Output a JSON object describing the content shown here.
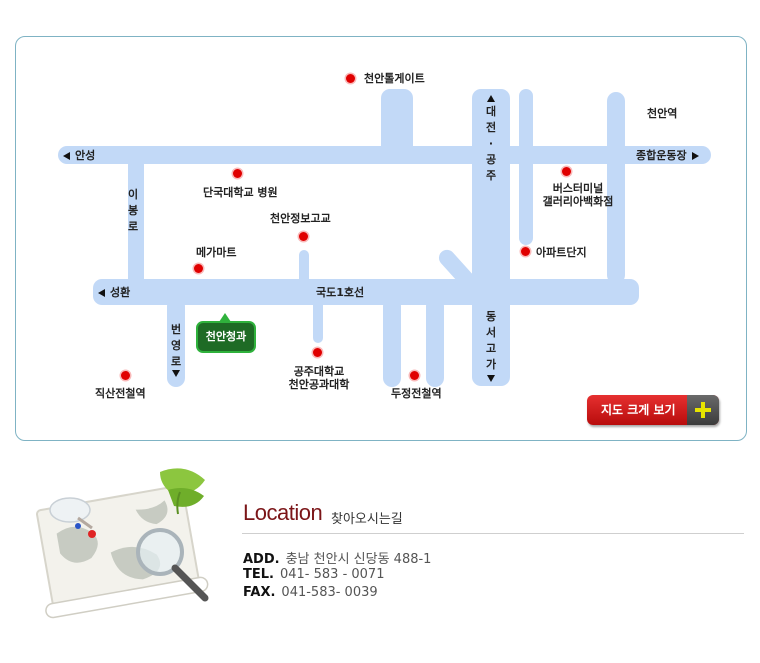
{
  "map": {
    "arrow_labels": {
      "ansung": "안성",
      "sunghwan": "성환",
      "jonghap": "종합운동장",
      "daejeon": "대전·공주",
      "dongseo": "동서고가"
    },
    "road_labels": {
      "ibongro": "이봉로",
      "beonyeongro": "번영로",
      "route1": "국도1호선"
    },
    "places": {
      "tollgate": "천안톨게이트",
      "cheonan_station": "천안역",
      "dankook": "단국대학교 병원",
      "bus_terminal_1": "버스터미널",
      "bus_terminal_2": "갤러리아백화점",
      "info_school": "천안정보고교",
      "apartment": "아파트단지",
      "megamart": "메가마트",
      "kongju_1": "공주대학교",
      "kongju_2": "천안공과대학",
      "jiksan": "직산전철역",
      "dujeong": "두정전철역"
    },
    "city_hall": "천안청과",
    "big_map_button": "지도 크게 보기"
  },
  "location": {
    "title": "Location",
    "subtitle": "찾아오시는길",
    "add_label": "ADD.",
    "add_value": "충남 천안시 신당동 488-1",
    "tel_label": "TEL.",
    "tel_value": "041- 583 - 0071",
    "fax_label": "FAX.",
    "fax_value": "041-583- 0039"
  },
  "colors": {
    "road": "#c2d9f7",
    "marker": "#e00000",
    "accent": "#7b1518",
    "button": "#d41f1f",
    "city_hall": "#1e6b25"
  },
  "icons": [
    "map-illustration-icon",
    "plus-icon",
    "marker-icon"
  ]
}
